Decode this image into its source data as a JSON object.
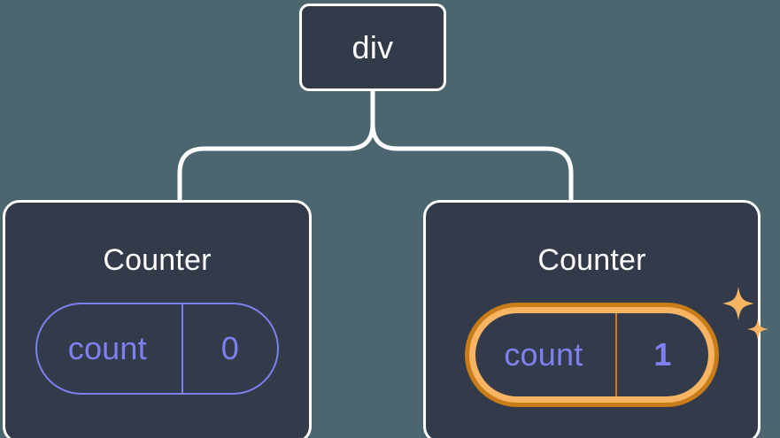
{
  "diagram": {
    "type": "component-tree",
    "background_color": "#4c6670",
    "node_fill": "#333b4a",
    "node_border": "#ffffff",
    "accent_purple": "#7f80ef",
    "highlight_outer": "#c87d19",
    "highlight_inner": "#f7b563",
    "sparkle_color": "#f7b563",
    "root": {
      "label": "div"
    },
    "children": [
      {
        "label": "Counter",
        "state": {
          "key": "count",
          "value": "0"
        },
        "highlighted": false
      },
      {
        "label": "Counter",
        "state": {
          "key": "count",
          "value": "1"
        },
        "highlighted": true,
        "sparkle_icons": [
          "sparkle-large",
          "sparkle-small"
        ]
      }
    ]
  }
}
